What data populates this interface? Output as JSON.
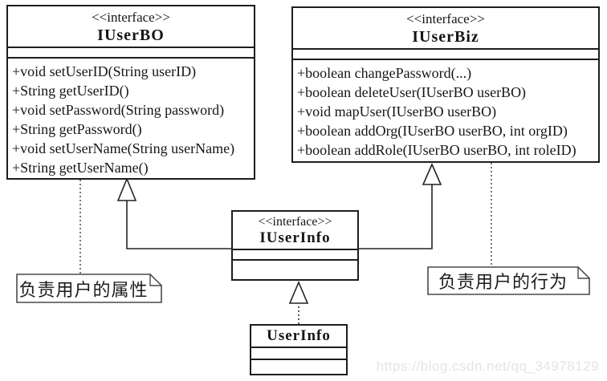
{
  "diagram": {
    "type": "uml-class-diagram",
    "background_color": "#ffffff",
    "line_color": "#1d1d1d",
    "note_border_color": "#4a4a4a",
    "watermark_color": "#e4e4e4"
  },
  "boxes": {
    "iuserbo": {
      "stereotype": "<<interface>>",
      "name": "IUserBO",
      "attributes": [],
      "methods": [
        "+void setUserID(String userID)",
        "+String getUserID()",
        "+void setPassword(String password)",
        "+String getPassword()",
        "+void setUserName(String userName)",
        "+String getUserName()"
      ]
    },
    "iuserbiz": {
      "stereotype": "<<interface>>",
      "name": "IUserBiz",
      "attributes": [],
      "methods": [
        "+boolean changePassword(...)",
        "+boolean deleteUser(IUserBO userBO)",
        "+void mapUser(IUserBO userBO)",
        "+boolean addOrg(IUserBO userBO, int orgID)",
        "+boolean addRole(IUserBO userBO, int roleID)"
      ]
    },
    "iuserinfo": {
      "stereotype": "<<interface>>",
      "name": "IUserInfo",
      "attributes": [],
      "methods": []
    },
    "userinfo": {
      "name": "UserInfo",
      "attributes": [],
      "methods": []
    }
  },
  "notes": {
    "left": {
      "text": "负责用户的属性",
      "attached_to": "IUserBO"
    },
    "right": {
      "text": "负责用户的行为",
      "attached_to": "IUserBiz"
    }
  },
  "relationships": [
    {
      "type": "generalization",
      "from": "IUserInfo",
      "to": "IUserBO"
    },
    {
      "type": "generalization",
      "from": "IUserInfo",
      "to": "IUserBiz"
    },
    {
      "type": "realization",
      "from": "UserInfo",
      "to": "IUserInfo"
    }
  ],
  "watermark": "https://blog.csdn.net/qq_34978129"
}
